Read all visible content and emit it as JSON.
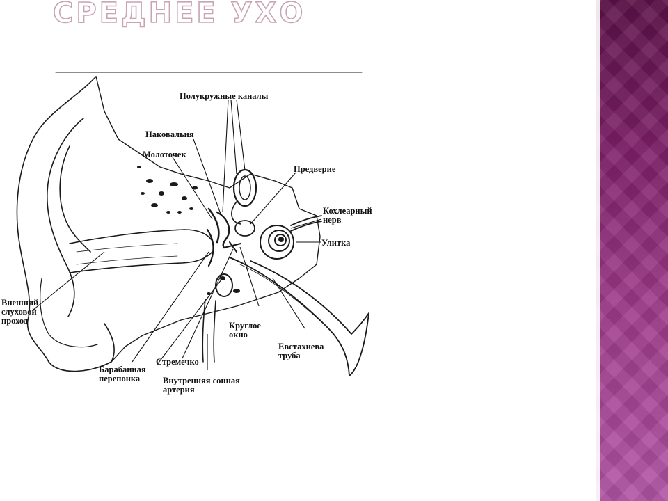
{
  "slide": {
    "title": "СРЕДНЕЕ УХО",
    "accent_color": "#8a2a78",
    "title_outline_color": "#c8a4b4"
  },
  "diagram": {
    "labels": {
      "semicircular": "Полукружные каналы",
      "incus": "Наковальня",
      "malleus": "Молоточек",
      "vestibule": "Предверие",
      "cochlear_nerve": "Кохлеарный\nнерв",
      "cochlea": "Улитка",
      "ear_canal": "Внешний\nслуховой\nпроход",
      "round_window": "Круглое\nокно",
      "eustachian": "Евстахиева\nтруба",
      "eardrum": "Барабанная\nперепонка",
      "stapes": "Стремечко",
      "carotid": "Внутренняя сонная\nартерия"
    }
  }
}
